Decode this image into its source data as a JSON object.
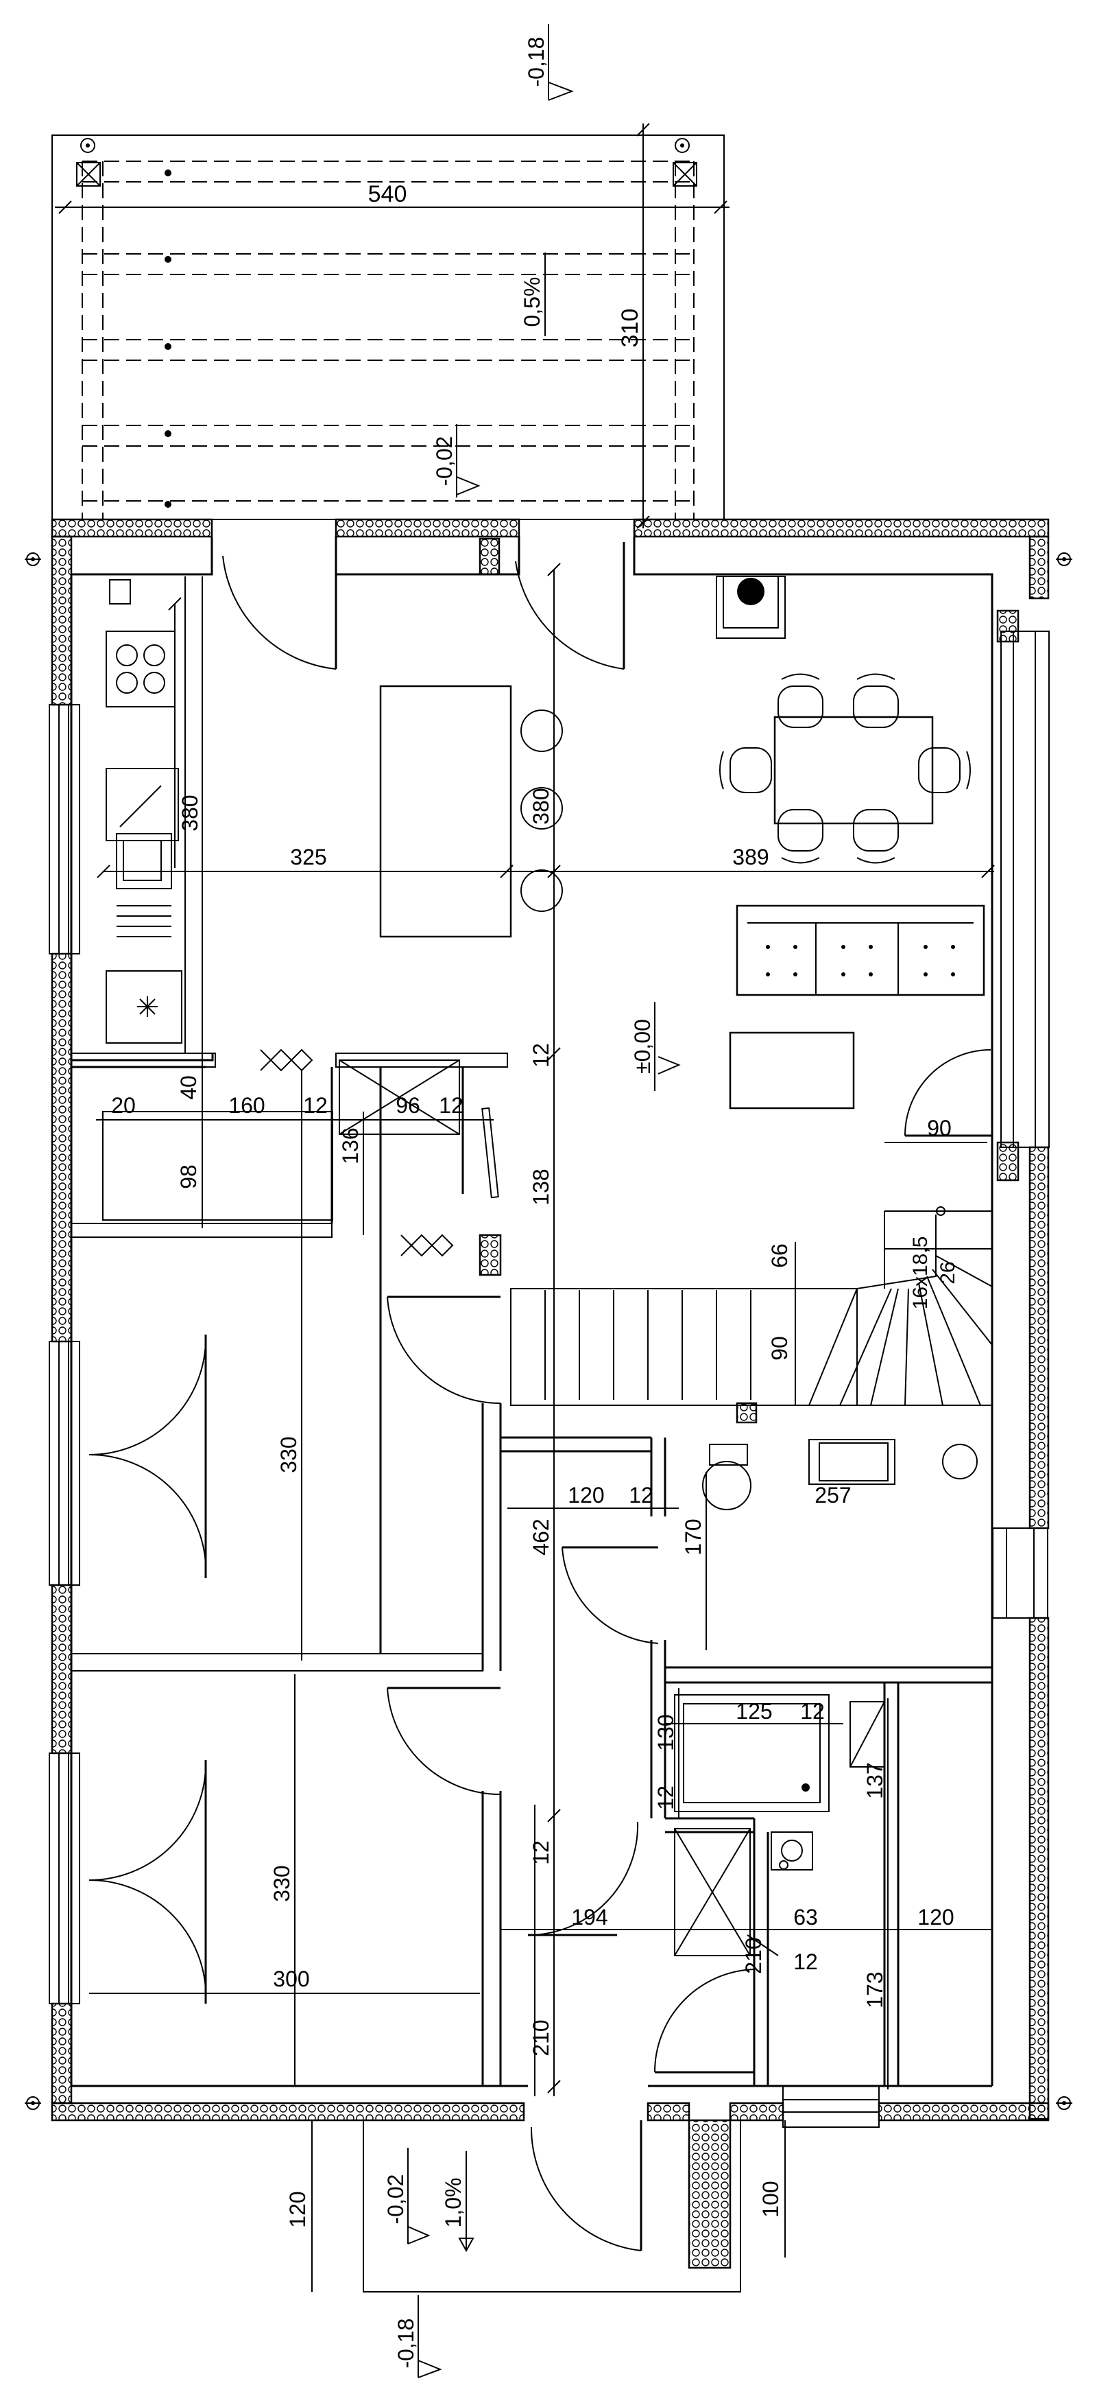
{
  "title": "",
  "levels": {
    "top_outside": "-0,18",
    "terrace": "-0,02",
    "floor": "±0,00",
    "entrance": "-0,02",
    "bottom_outside": "-0,18"
  },
  "slopes": {
    "terrace": "0,5%",
    "entrance": "1,0%"
  },
  "stair_spec": {
    "risers": "16x18,5",
    "tread": "26"
  },
  "dimensions": {
    "d540": "540",
    "d310": "310",
    "d380a": "380",
    "d380b": "380",
    "d325": "325",
    "d389": "389",
    "d12a": "12",
    "d90a": "90",
    "d20": "20",
    "d40": "40",
    "d160": "160",
    "d12b": "12",
    "d96": "96",
    "d12c": "12",
    "d98": "98",
    "d136": "136",
    "d138": "138",
    "d66": "66",
    "d90b": "90",
    "d330a": "330",
    "d462": "462",
    "d120a": "120",
    "d12d": "12",
    "d170": "170",
    "d257": "257",
    "d130": "130",
    "d125": "125",
    "d12e": "12",
    "d12f": "12",
    "d137": "137",
    "d330b": "330",
    "d12g": "12",
    "d194": "194",
    "d63": "63",
    "d120b": "120",
    "d210a": "210",
    "d210b": "210",
    "d12h": "12",
    "d173": "173",
    "d300": "300",
    "d120c": "120",
    "d100": "100"
  }
}
